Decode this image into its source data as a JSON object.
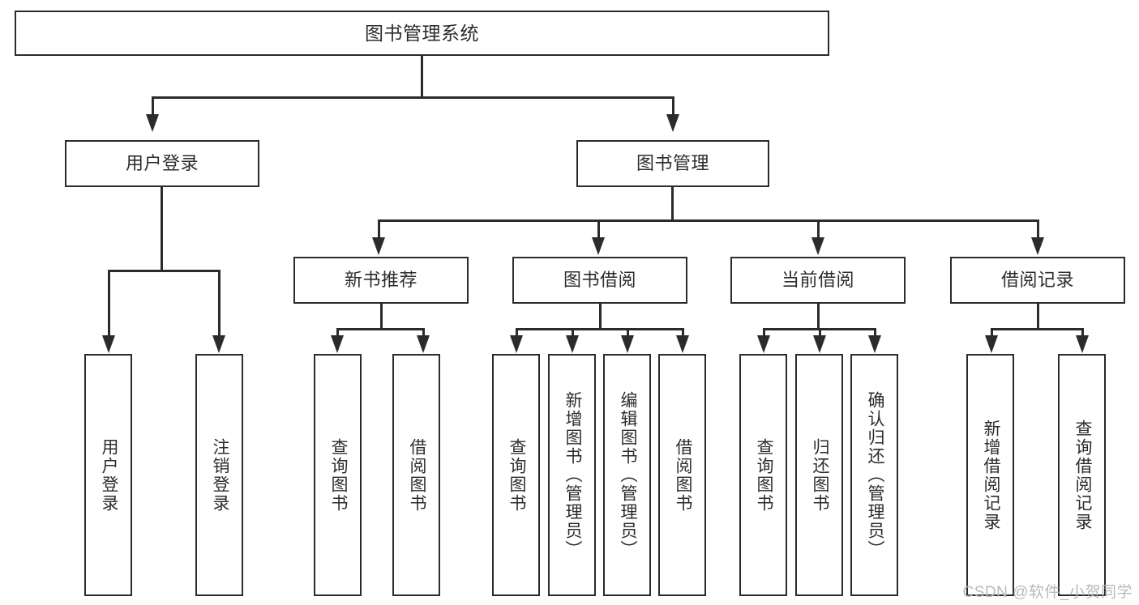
{
  "diagram": {
    "type": "tree",
    "title": "图书管理系统",
    "watermark": "CSDN @软件_小贺同学",
    "colors": {
      "box_border": "#2b2b2b",
      "box_fill": "#ffffff",
      "connector": "#2b2b2b",
      "text": "#2c2c2c",
      "watermark": "#b9b9b9",
      "background": "#ffffff"
    },
    "root": {
      "label": "图书管理系统"
    },
    "level2": [
      {
        "label": "用户登录"
      },
      {
        "label": "图书管理"
      }
    ],
    "level3": [
      {
        "label": "新书推荐"
      },
      {
        "label": "图书借阅"
      },
      {
        "label": "当前借阅"
      },
      {
        "label": "借阅记录"
      }
    ],
    "leaves": {
      "user_login": [
        {
          "label": "用户登录"
        },
        {
          "label": "注销登录"
        }
      ],
      "new_book": [
        {
          "label": "查询图书"
        },
        {
          "label": "借阅图书"
        }
      ],
      "book_borrow": [
        {
          "label": "查询图书"
        },
        {
          "label": "新增图书（管理员）"
        },
        {
          "label": "编辑图书（管理员）"
        },
        {
          "label": "借阅图书"
        }
      ],
      "current_borrow": [
        {
          "label": "查询图书"
        },
        {
          "label": "归还图书"
        },
        {
          "label": "确认归还（管理员）"
        }
      ],
      "borrow_record": [
        {
          "label": "新增借阅记录"
        },
        {
          "label": "查询借阅记录"
        }
      ]
    }
  }
}
